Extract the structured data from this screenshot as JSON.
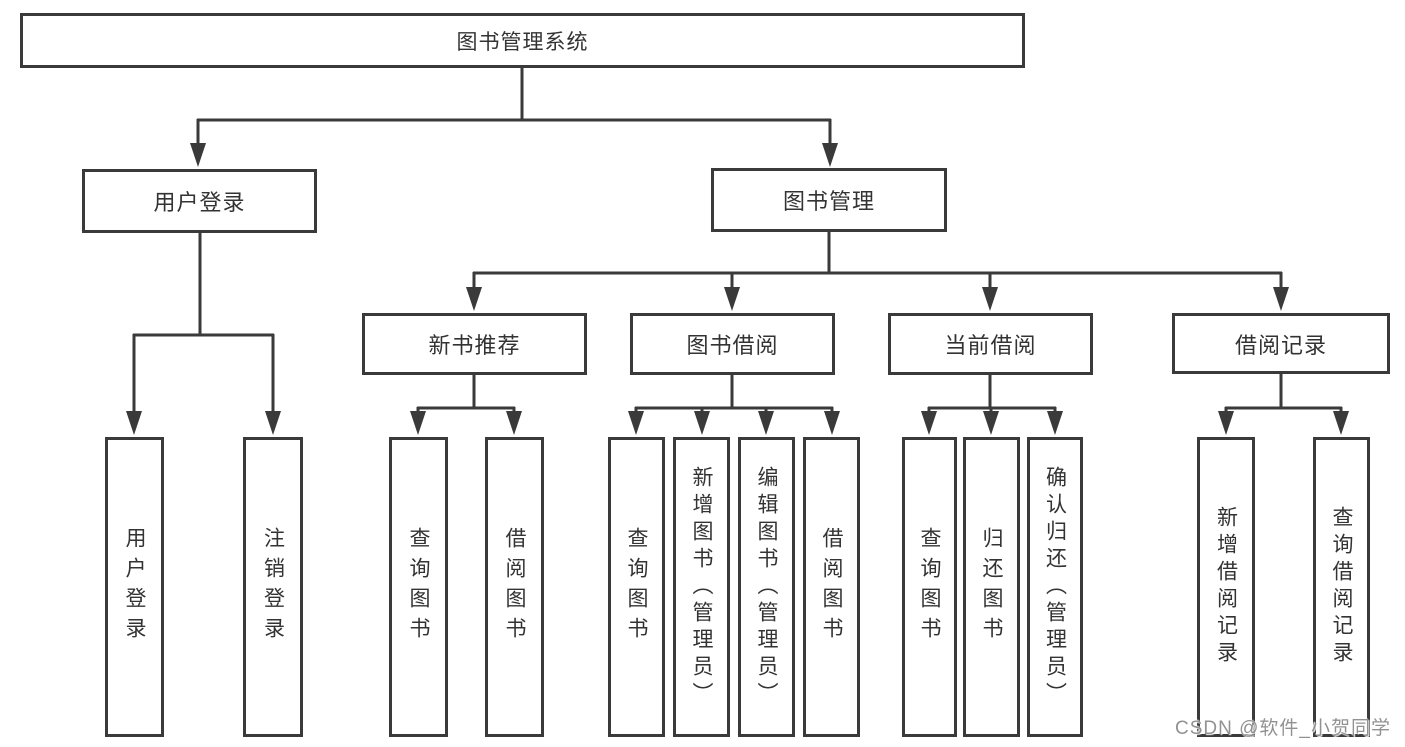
{
  "diagram": {
    "root": {
      "label": "图书管理系统"
    },
    "branches": [
      {
        "label": "用户登录",
        "children": [
          {
            "label": "用户登录"
          },
          {
            "label": "注销登录"
          }
        ]
      },
      {
        "label": "图书管理",
        "children": [
          {
            "label": "新书推荐",
            "children": [
              {
                "label": "查询图书"
              },
              {
                "label": "借阅图书"
              }
            ]
          },
          {
            "label": "图书借阅",
            "children": [
              {
                "label": "查询图书"
              },
              {
                "label": "新增图书（管理员）"
              },
              {
                "label": "编辑图书（管理员）"
              },
              {
                "label": "借阅图书"
              }
            ]
          },
          {
            "label": "当前借阅",
            "children": [
              {
                "label": "查询图书"
              },
              {
                "label": "归还图书"
              },
              {
                "label": "确认归还（管理员）"
              }
            ]
          },
          {
            "label": "借阅记录",
            "children": [
              {
                "label": "新增借阅记录"
              },
              {
                "label": "查询借阅记录"
              }
            ]
          }
        ]
      }
    ]
  },
  "watermark": {
    "text": "CSDN @软件_小贺同学"
  },
  "colors": {
    "line": "#3a3a3a",
    "box_border": "#3a3a3a",
    "text": "#333333",
    "watermark": "#929292",
    "background": "#ffffff"
  }
}
